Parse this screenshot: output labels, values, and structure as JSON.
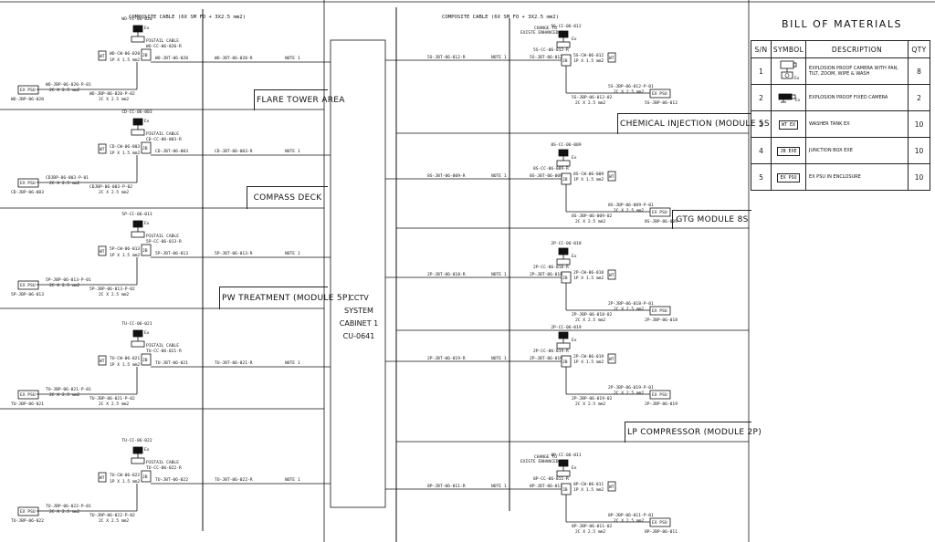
{
  "cable_header": "COMPOSITE CABLE (6X SM FO + 3X2.5 mm2)",
  "cabinet": {
    "line1": "CCTV SYSTEM",
    "line2": "CABINET 1",
    "line3": "CU-0641"
  },
  "note": "NOTE 1",
  "change_note": {
    "line1": "CHANGE TO",
    "line2": "EXISTE ENHANCED 2"
  },
  "generic": {
    "cam_cable": "1P X 1.5 mm2",
    "psu_cable": "2C X 2.5 mm2",
    "pigtail": "PIGTAIL CABLE",
    "exp_label": "EX PSU",
    "ex": "Ex",
    "jb": "JB",
    "wt": "WT",
    "ex_box": "EX"
  },
  "areas_left": [
    {
      "area": "FLARE TOWER AREA",
      "cc": "WO-CC-06-020",
      "cc_r": "WO-CC-06-020-R",
      "cw": "WO-CW-06-020",
      "jbt": "WO-JBT-06-020",
      "jbt_r": "WO-JBT-06-020-R",
      "jbp": "WO-JBP-06-020",
      "jbp1": "WO-JBP-06-020-P-01",
      "jbp2": "WO-JBP-06-020-P-02"
    },
    {
      "area": "COMPASS DECK",
      "cc": "CD-CC-06-003",
      "cc_r": "CD-CC-06-003-R",
      "cw": "CD-CW-06-003",
      "jbt": "CD-JBT-06-003",
      "jbt_r": "CD-JBT-06-003-R",
      "jbp": "CD-JBP-06-003",
      "jbp1": "CDJBP-06-003-P-01",
      "jbp2": "CDJBP-06-003-P-02"
    },
    {
      "area": "PW TREATMENT (MODULE 5P)",
      "cc": "5P-CC-06-013",
      "cc_r": "5P-CC-06-013-R",
      "cw": "5P-CW-06-013",
      "jbt": "5P-JBT-06-013",
      "jbt_r": "5P-JBT-06-013-R",
      "jbp": "5P-JBP-06-013",
      "jbp1": "5P-JBP-06-013-P-01",
      "jbp2": "5P-JBP-06-013-P-02"
    },
    {
      "area": "",
      "cc": "TU-CC-06-021",
      "cc_r": "TU-CC-06-021-R",
      "cw": "TU-CW-06-021",
      "jbt": "TU-JBT-06-021",
      "jbt_r": "TU-JBT-06-021-R",
      "jbp": "TU-JBP-06-021",
      "jbp1": "TU-JBP-06-021-P-01",
      "jbp2": "TU-JBP-06-021-P-02"
    },
    {
      "area": "",
      "cc": "TU-CC-06-022",
      "cc_r": "TU-CC-06-022-R",
      "cw": "TU-CW-06-022",
      "jbt": "TU-JBT-06-022",
      "jbt_r": "TU-JBT-06-022-R",
      "jbp": "TU-JBP-06-022",
      "jbp1": "TU-JBP-06-022-P-01",
      "jbp2": "TU-JBP-06-022-P-02"
    }
  ],
  "areas_right": [
    {
      "area": "CHEMICAL INJECTION (MODULE 5S",
      "cc": "5S-CC-06-012",
      "cc_r": "5S-CC-06-012-R",
      "cw": "5S-CW-06-012",
      "jbt": "5S-JBT-06-012",
      "jbt_r": "5S-JBT-06-012-R",
      "jbp": "5S-JBP-06-012",
      "jbp1": "5S-JBP-06-012-P-01",
      "jbp2": "5S-JBP-06-012-02"
    },
    {
      "area": "GTG MODULE 8S",
      "cc": "8S-CC-06-009",
      "cc_r": "8S-CC-06-009-R",
      "cw": "8S-CW-06-009",
      "jbt": "8S-JBT-06-009",
      "jbt_r": "8S-JBT-06-009-R",
      "jbp": "8S-JBP-06-009",
      "jbp1": "8S-JBP-06-009-P-01",
      "jbp2": "8S-JBP-06-009-02"
    },
    {
      "area": "",
      "cc": "2P-CC-06-018",
      "cc_r": "2P-CC-06-018-R",
      "cw": "2P-CW-06-018",
      "jbt": "2P-JBT-06-018",
      "jbt_r": "2P-JBT-06-018-R",
      "jbp": "2P-JBP-06-018",
      "jbp1": "2P-JBP-06-018-P-01",
      "jbp2": "2P-JBP-06-018-02"
    },
    {
      "area": "LP COMPRESSOR (MODULE 2P)",
      "cc": "2P-CC-06-019",
      "cc_r": "2P-CC-06-019-R",
      "cw": "2P-CW-06-019",
      "jbt": "2P-JBT-06-019",
      "jbt_r": "2P-JBT-06-019-R",
      "jbp": "2P-JBP-06-019",
      "jbp1": "2P-JBP-06-019-P-01",
      "jbp2": "2P-JBP-06-019-02"
    },
    {
      "area": "",
      "cc": "8P-CC-06-011",
      "cc_r": "8P-CC-06-011-R",
      "cw": "8P-CW-06-011",
      "jbt": "8P-JBT-06-011",
      "jbt_r": "8P-JBT-06-011-R",
      "jbp": "8P-JBP-06-011",
      "jbp1": "8P-JBP-06-011-P-01",
      "jbp2": "8P-JBP-06-011-02"
    }
  ],
  "bom": {
    "title": "BILL OF MATERIALS",
    "headers": [
      "S/N",
      "SYMBOL",
      "DESCRIPTION",
      "QTY"
    ],
    "rows": [
      {
        "sn": "1",
        "symbol": "ptz-camera-symbol",
        "desc": "EXPLOSION PROOF CAMERA WITH PAN, TILT, ZOOM, WIPE & WASH",
        "qty": "8"
      },
      {
        "sn": "2",
        "symbol": "fixed-camera-symbol",
        "desc": "EXPLOSION PROOF FIXED CAMERA",
        "qty": "2"
      },
      {
        "sn": "3",
        "symbol": "washer-tank-symbol",
        "desc": "WASHER TANK EX",
        "qty": "10",
        "sym_text": "WT EX"
      },
      {
        "sn": "4",
        "symbol": "junction-box-symbol",
        "desc": "JUNCTION BOX EXE",
        "qty": "10",
        "sym_text": "JB EXE"
      },
      {
        "sn": "5",
        "symbol": "ex-psu-symbol",
        "desc": "EX PSU IN ENCLOSURE",
        "qty": "10",
        "sym_text": "EX PSU"
      }
    ]
  }
}
